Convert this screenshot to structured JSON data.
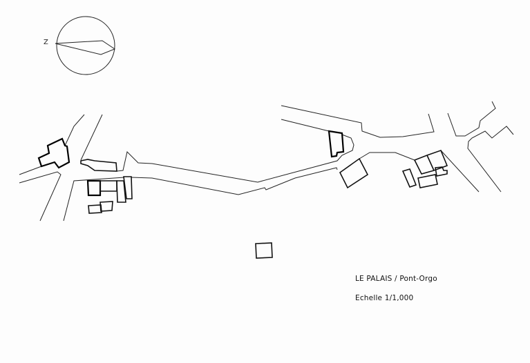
{
  "map": {
    "title": "LE PALAIS / Pont-Orgo",
    "scale": "Echelle  1/1,000",
    "compass_label": "Z"
  },
  "colors": {
    "line": "#111111",
    "paper": "#fdfdfd"
  }
}
